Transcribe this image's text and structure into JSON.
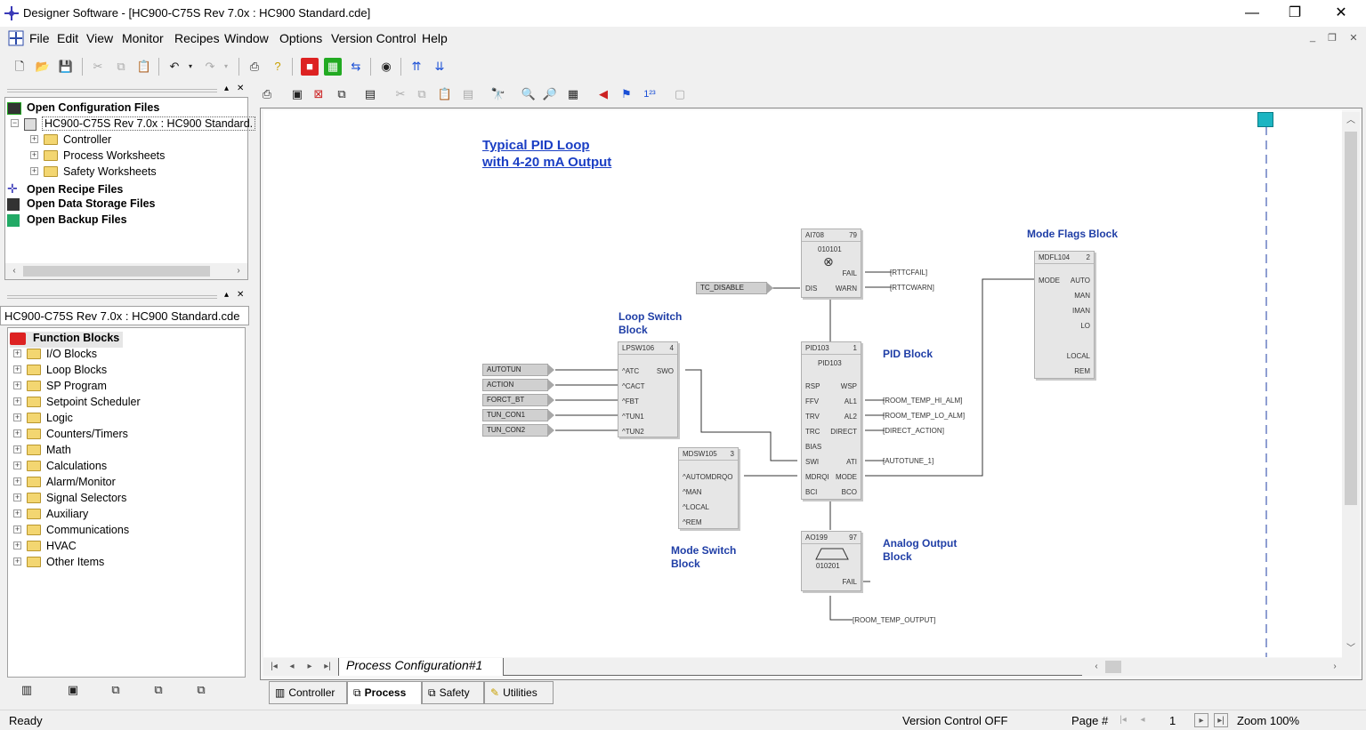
{
  "window": {
    "title": "Designer Software - [HC900-C75S Rev 7.0x : HC900 Standard.cde]",
    "minimize": "—",
    "maximize": "❐",
    "close": "✕"
  },
  "menu": [
    "File",
    "Edit",
    "View",
    "Monitor",
    "Recipes",
    "Window",
    "Options",
    "Version Control",
    "Help"
  ],
  "files_tree": {
    "items": [
      {
        "label": "Open Configuration Files",
        "bold": true
      },
      {
        "label": "HC900-C75S Rev 7.0x : HC900 Standard.",
        "bold": false
      },
      {
        "label": "Controller"
      },
      {
        "label": "Process Worksheets"
      },
      {
        "label": "Safety Worksheets"
      },
      {
        "label": "Open Recipe Files",
        "bold": true
      },
      {
        "label": "Open Data Storage Files",
        "bold": true
      },
      {
        "label": "Open Backup Files",
        "bold": true
      }
    ]
  },
  "library": {
    "title": "HC900-C75S Rev 7.0x : HC900 Standard.cde",
    "root": "Function Blocks",
    "folders": [
      "I/O Blocks",
      "Loop Blocks",
      "SP Program",
      "Setpoint Scheduler",
      "Logic",
      "Counters/Timers",
      "Math",
      "Calculations",
      "Alarm/Monitor",
      "Signal Selectors",
      "Auxiliary",
      "Communications",
      "HVAC",
      "Other Items"
    ]
  },
  "diagram": {
    "title_line1": "Typical PID Loop",
    "title_line2": "with 4-20 mA Output",
    "labels": {
      "mode_flags": "Mode Flags Block",
      "loop_switch_1": "Loop Switch",
      "loop_switch_2": "Block",
      "pid": "PID Block",
      "mode_switch_1": "Mode Switch",
      "mode_switch_2": "Block",
      "analog_out_1": "Analog Output",
      "analog_out_2": "Block"
    },
    "ai": {
      "name": "AI708",
      "num": "79",
      "sub": "010101",
      "fail": "FAIL",
      "dis": "DIS",
      "warn": "WARN"
    },
    "tc_disable": "TC_DISABLE",
    "rttcfail": "RTTCFAIL",
    "rttcwarn": "RTTCWARN",
    "mdfl": {
      "name": "MDFL104",
      "num": "2",
      "mode": "MODE",
      "pins": [
        "AUTO",
        "MAN",
        "IMAN",
        "LO",
        "LOCAL",
        "REM"
      ]
    },
    "lpsw": {
      "name": "LPSW106",
      "num": "4",
      "pins": [
        "^ATC",
        "^CACT",
        "^FBT",
        "^TUN1",
        "^TUN2"
      ],
      "out": "SWO"
    },
    "inputs": [
      "AUTOTUN",
      "ACTION",
      "FORCT_BT",
      "TUN_CON1",
      "TUN_CON2"
    ],
    "pid": {
      "name": "PID103",
      "num": "1",
      "sub": "PID103",
      "left": [
        "RSP",
        "FFV",
        "TRV",
        "TRC",
        "BIAS",
        "SWI",
        "MDRQI",
        "BCI"
      ],
      "right": [
        "WSP",
        "AL1",
        "AL2",
        "DIRECT",
        "ATI",
        "MODE",
        "BCO"
      ]
    },
    "pid_out_tags": [
      "ROOM_TEMP_HI_ALM",
      "ROOM_TEMP_LO_ALM",
      "DIRECT_ACTION",
      "AUTOTUNE_1"
    ],
    "mdsw": {
      "name": "MDSW105",
      "num": "3",
      "pins": [
        "^AUTOMDRQO",
        "^MAN",
        "^LOCAL",
        "^REM"
      ]
    },
    "ao": {
      "name": "AO199",
      "num": "97",
      "sub": "010201",
      "fail": "FAIL"
    },
    "output_tag": "ROOM_TEMP_OUTPUT"
  },
  "sheet_tab": "Process Configuration#1",
  "bottom_tabs": [
    "Controller",
    "Process",
    "Safety",
    "Utilities"
  ],
  "status": {
    "ready": "Ready",
    "version_control": "Version Control OFF",
    "page_label": "Page #",
    "page": "1",
    "zoom": "Zoom 100%"
  }
}
